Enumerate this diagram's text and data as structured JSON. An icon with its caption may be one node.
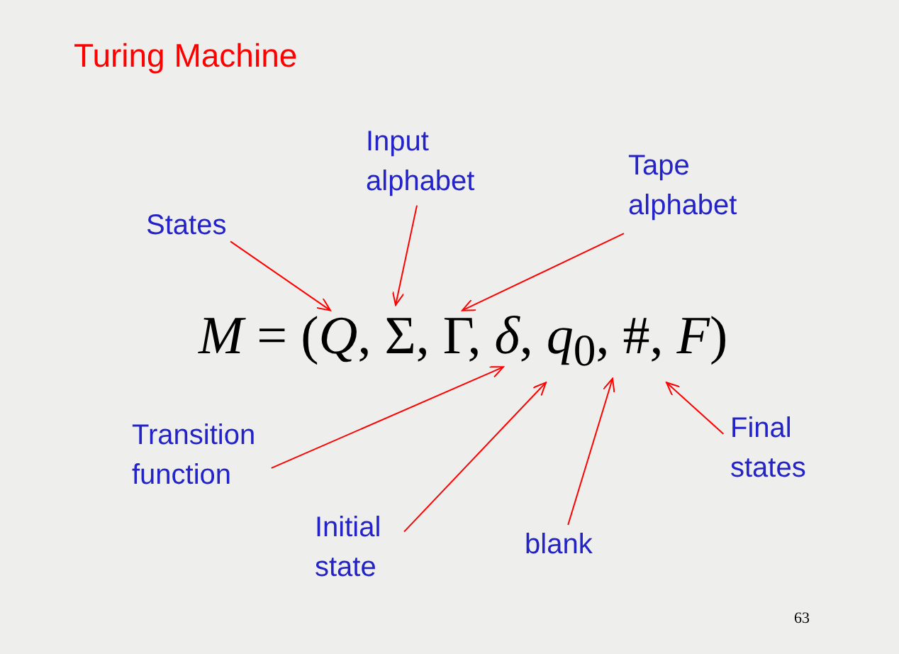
{
  "diagram": {
    "title": "Turing Machine",
    "nodes": [
      {
        "text": [
          "States"
        ]
      },
      {
        "text": [
          "Input alphabet"
        ]
      },
      {
        "text": [
          "Tape alphabet"
        ]
      },
      {
        "text": [
          "Transition function"
        ]
      },
      {
        "text": [
          "Initial state"
        ]
      },
      {
        "text": [
          "blank"
        ]
      },
      {
        "text": [
          "Final states"
        ]
      },
      {
        "text": [
          "*M* = (*Q*, Σ, Γ, *δ*, *q*$_{0}$, #, *F*)"
        ]
      }
    ],
    "edges": [
      {
        "from": 0,
        "to": 7,
        "arrow": "to"
      },
      {
        "from": 1,
        "to": 7,
        "arrow": "to"
      },
      {
        "from": 2,
        "to": 7,
        "arrow": "to"
      },
      {
        "from": 3,
        "to": 7,
        "arrow": "to"
      },
      {
        "from": 4,
        "to": 7,
        "arrow": "to"
      },
      {
        "from": 5,
        "to": 7,
        "arrow": "to"
      },
      {
        "from": 6,
        "to": 7,
        "arrow": "to"
      }
    ],
    "labels": [
      "63"
    ]
  }
}
